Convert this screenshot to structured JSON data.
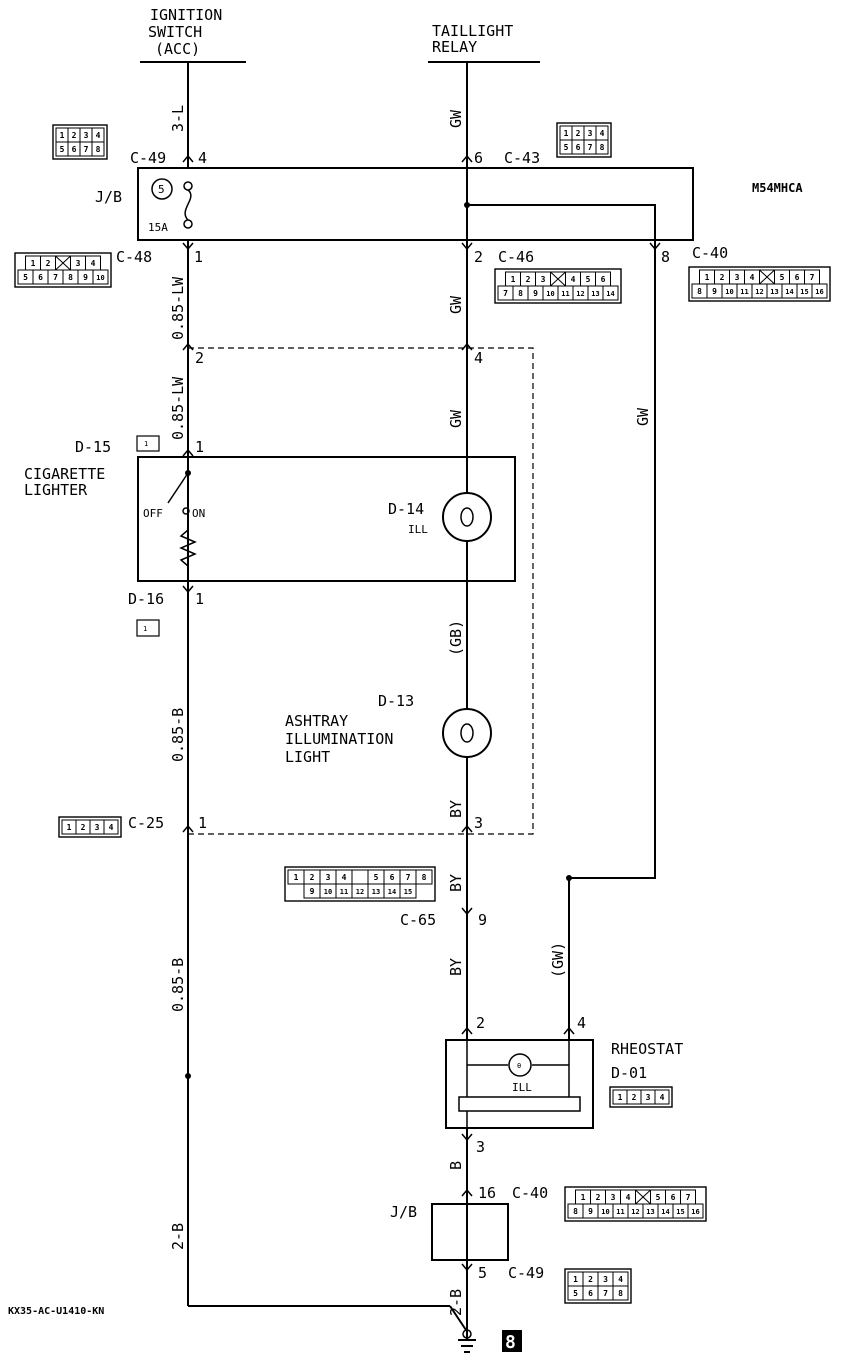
{
  "top_labels": {
    "ignition": [
      "IGNITION",
      "SWITCH",
      "(ACC)"
    ],
    "taillight": [
      "TAILLIGHT",
      "RELAY"
    ]
  },
  "model_code": "M54MHCA",
  "jb_label": "J/B",
  "fuse": {
    "number": "5",
    "rating": "15A"
  },
  "connectors": {
    "c49_top": "C-49",
    "c43": "C-43",
    "c48": "C-48",
    "c46": "C-46",
    "c40_top": "C-40",
    "d15": "D-15",
    "d16": "D-16",
    "d14": "D-14",
    "d13": "D-13",
    "c25": "C-25",
    "c65": "C-65",
    "d01": "D-01",
    "c40_bot": "C-40",
    "c49_bot": "C-49"
  },
  "pins": {
    "p4_top": "4",
    "p6": "6",
    "p1_c48": "1",
    "p2_c46": "2",
    "p8": "8",
    "p2_left": "2",
    "p4_mid": "4",
    "p1_d15": "1",
    "p1_d16": "1",
    "p1_c25": "1",
    "p3_c25": "3",
    "p9": "9",
    "p2_rh": "2",
    "p4_rh": "4",
    "p3_rh": "3",
    "p16": "16",
    "p5": "5"
  },
  "wire_labels": {
    "w_3l": "3-L",
    "w_gw1": "GW",
    "w_085lw1": "0.85-LW",
    "w_gw2": "GW",
    "w_085lw2": "0.85-LW",
    "w_gw3": "GW",
    "w_gw_right": "GW",
    "w_gb": "(GB)",
    "w_085b1": "0.85-B",
    "w_by1": "BY",
    "w_by2": "BY",
    "w_by3": "BY",
    "w_gw_paren": "(GW)",
    "w_085b2": "0.85-B",
    "w_b": "B",
    "w_2b_left": "2-B",
    "w_2b_bot": "2-B"
  },
  "components": {
    "cig_lighter": [
      "CIGARETTE",
      "LIGHTER"
    ],
    "off": "OFF",
    "on": "ON",
    "ill": "ILL",
    "ashtray": [
      "ASHTRAY",
      "ILLUMINATION",
      "LIGHT"
    ],
    "rheostat": "RHEOSTAT",
    "rheo_ill": "ILL"
  },
  "ground_number": "8",
  "diagram_id": "KX35-AC-U1410-KN",
  "pin_grids": {
    "c49": [
      [
        "1",
        "2",
        "3",
        "4"
      ],
      [
        "5",
        "6",
        "7",
        "8"
      ]
    ],
    "c43": [
      [
        "1",
        "2",
        "3",
        "4"
      ],
      [
        "5",
        "6",
        "7",
        "8"
      ]
    ],
    "c48": [
      [
        "1",
        "2",
        "X",
        "3",
        "4"
      ],
      [
        "5",
        "6",
        "7",
        "8",
        "9",
        "10"
      ]
    ],
    "c46": [
      [
        "1",
        "2",
        "3",
        "X",
        "4",
        "5",
        "6"
      ],
      [
        "7",
        "8",
        "9",
        "10",
        "11",
        "12",
        "13",
        "14"
      ]
    ],
    "c40": [
      [
        "1",
        "2",
        "3",
        "4",
        "X",
        "5",
        "6",
        "7"
      ],
      [
        "8",
        "9",
        "10",
        "11",
        "12",
        "13",
        "14",
        "15",
        "16"
      ]
    ],
    "c65": [
      [
        "1",
        "2",
        "3",
        "4",
        "",
        "5",
        "6",
        "7",
        "8"
      ],
      [
        "9",
        "10",
        "11",
        "12",
        "13",
        "14",
        "15"
      ]
    ],
    "c25": [
      [
        "1",
        "2",
        "3",
        "4"
      ]
    ],
    "d01": [
      [
        "1",
        "2",
        "3",
        "4"
      ]
    ],
    "d15": [
      [
        "1"
      ]
    ],
    "d16": [
      [
        "1"
      ]
    ]
  }
}
